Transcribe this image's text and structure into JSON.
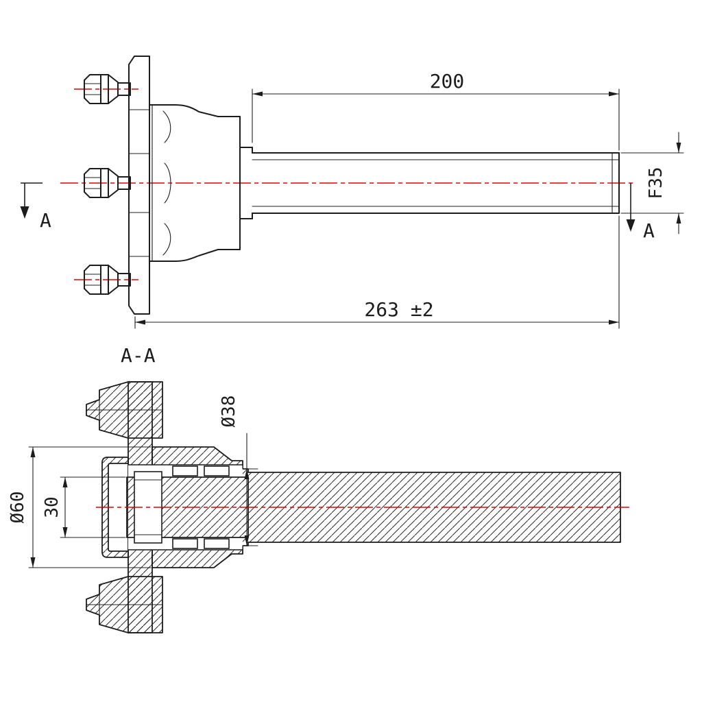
{
  "drawing": {
    "type": "engineering-drawing",
    "views": {
      "side_view": {
        "dim_shaft_length": "200",
        "dim_shaft_diameter": "F35",
        "dim_overall_length": "263 ±2",
        "section_arrow_left": "A",
        "section_arrow_right": "A"
      },
      "section_view": {
        "label": "A-A",
        "dim_seat_diameter": "Ø38",
        "dim_hub_diameter": "Ø60",
        "dim_bore_diameter": "30"
      }
    },
    "colors": {
      "outline": "#1c1c1c",
      "centerline_red": "#e60000",
      "background": "#ffffff"
    }
  }
}
